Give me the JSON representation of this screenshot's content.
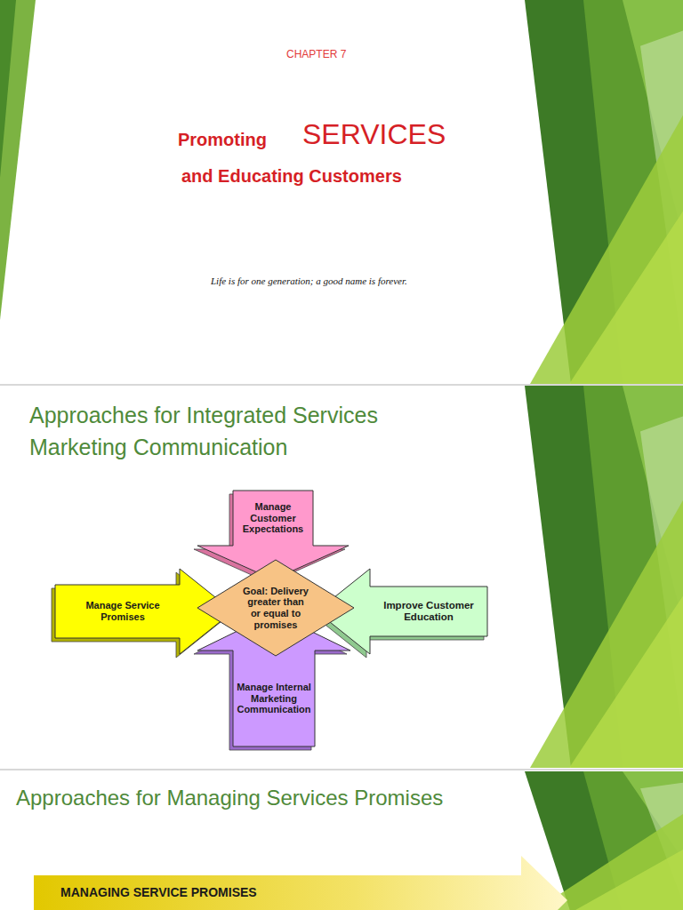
{
  "diagram": {
    "title": "Approaches for Integrated Services Marketing Communication",
    "nodes": [
      {
        "text": [
          "Manage Customer Expectations"
        ]
      },
      {
        "text": [
          "Manage Service Promises"
        ]
      },
      {
        "text": [
          "Goal: Delivery greater than or equal to promises"
        ]
      },
      {
        "text": [
          "Improve Customer Education"
        ]
      },
      {
        "text": [
          "Manage Internal Marketing Communication"
        ]
      },
      {
        "text": [
          "MANAGING SERVICE PROMISES"
        ]
      }
    ],
    "labels": [
      "CHAPTER 7",
      "Promoting",
      "SERVICES",
      "and Educating Customers",
      "Life is for one generation; a good name is forever.",
      "Approaches for Managing Services Promises"
    ]
  }
}
